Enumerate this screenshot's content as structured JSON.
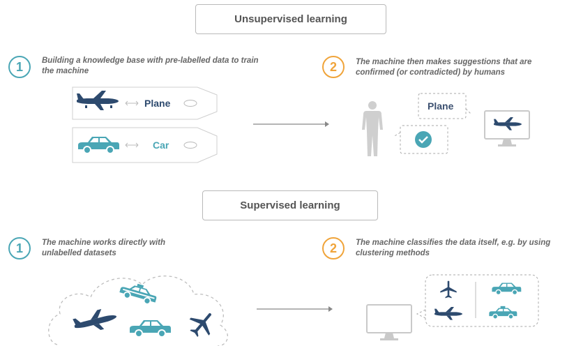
{
  "top": {
    "title": "Unsupervised learning",
    "step1": {
      "number": "1",
      "text": "Building a knowledge base with pre-labelled data to train the machine"
    },
    "step2": {
      "number": "2",
      "text": "The machine then makes suggestions that are confirmed (or contradicted) by humans"
    },
    "tags": [
      {
        "label": "Plane",
        "icon": "plane-icon"
      },
      {
        "label": "Car",
        "icon": "car-icon"
      }
    ],
    "bubble_label": "Plane"
  },
  "bottom": {
    "title": "Supervised learning",
    "step1": {
      "number": "1",
      "text": "The machine works directly with unlabelled datasets"
    },
    "step2": {
      "number": "2",
      "text": "The machine classifies the data itself, e.g. by using clustering methods"
    }
  },
  "colors": {
    "navy": "#2d4a6e",
    "teal": "#4aa6b5",
    "orange": "#f0a43a",
    "grey": "#cfcfcf"
  }
}
